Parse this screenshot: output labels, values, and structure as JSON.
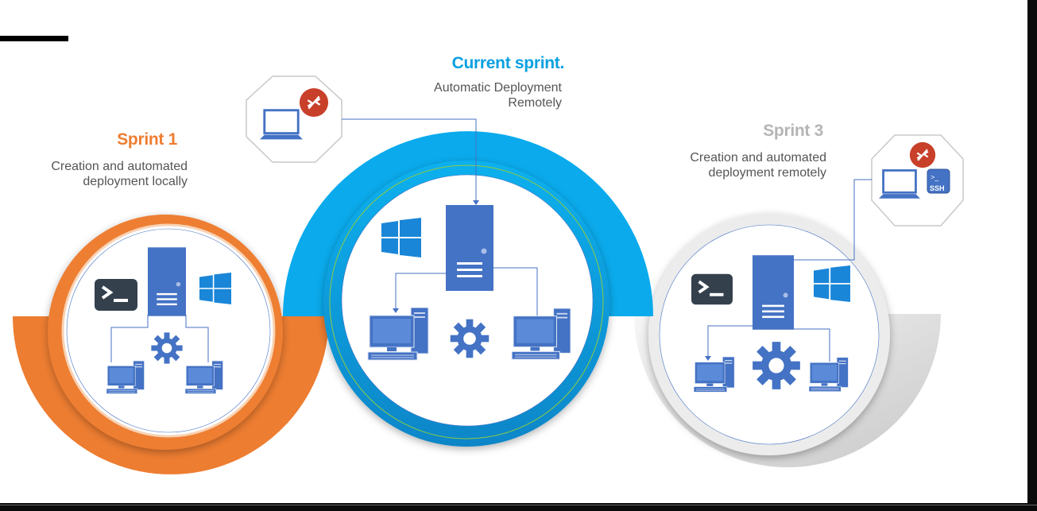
{
  "sprints": [
    {
      "title": "Sprint 1",
      "description_line1": "Creation and automated",
      "description_line2": "deployment locally"
    },
    {
      "title": "Current sprint.",
      "description_line1": "Automatic Deployment",
      "description_line2": "Remotely"
    },
    {
      "title": "Sprint 3",
      "description_line1": "Creation and automated",
      "description_line2": "deployment remotely"
    }
  ],
  "ssh_badge": "SSH",
  "colors": {
    "orange": "#ed7d31",
    "blue": "#0aa4e8",
    "grey": "#d0d0d0",
    "icon": "#4472c4",
    "rdp": "#c8402a"
  }
}
